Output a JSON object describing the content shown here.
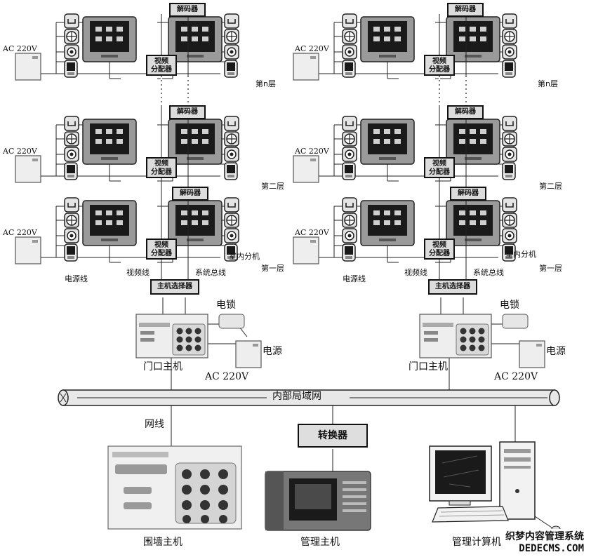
{
  "labels": {
    "decoder": "解码器",
    "video_distributor_line1": "视频",
    "video_distributor_line2": "分配器",
    "ac220v": "AC 220V",
    "floor_n": "第n层",
    "floor_2": "第二层",
    "floor_1": "第一层",
    "indoor_unit": "室内分机",
    "power_line": "电源线",
    "video_line": "视频线",
    "system_bus": "系统总线",
    "host_selector": "主机选择器",
    "electric_lock": "电锁",
    "power_supply": "电源",
    "door_host": "门口主机",
    "lan": "内部局域网",
    "network_cable": "网线",
    "converter": "转换器",
    "wall_host": "围墙主机",
    "management_host": "管理主机",
    "management_computer": "管理计算机"
  },
  "watermark": {
    "line1": "织梦内容管理系统",
    "line2": "DEDECMS.COM"
  },
  "icons": [
    "bell-icon",
    "camera-dome-icon",
    "button-icon",
    "detector-icon",
    "indoor-monitor-icon",
    "power-box-icon"
  ]
}
